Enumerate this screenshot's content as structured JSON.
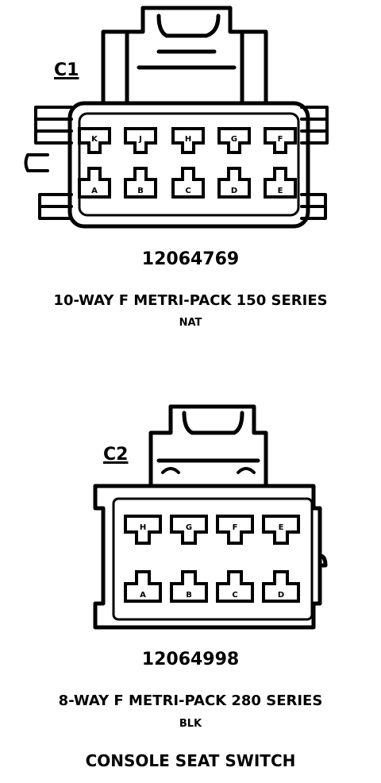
{
  "c1": {
    "label": "C1",
    "part_number": "12064769",
    "series": "10-WAY F METRI-PACK 150 SERIES",
    "color": "NAT",
    "top_row_pins": [
      "K",
      "J",
      "H",
      "G",
      "F"
    ],
    "bottom_row_pins": [
      "A",
      "B",
      "C",
      "D",
      "E"
    ]
  },
  "c2": {
    "label": "C2",
    "part_number": "12064998",
    "series": "8-WAY F METRI-PACK 280 SERIES",
    "color": "BLK",
    "top_row_pins": [
      "H",
      "G",
      "F",
      "E"
    ],
    "bottom_row_pins": [
      "A",
      "B",
      "C",
      "D"
    ]
  },
  "footer": {
    "title": "CONSOLE SEAT SWITCH"
  }
}
